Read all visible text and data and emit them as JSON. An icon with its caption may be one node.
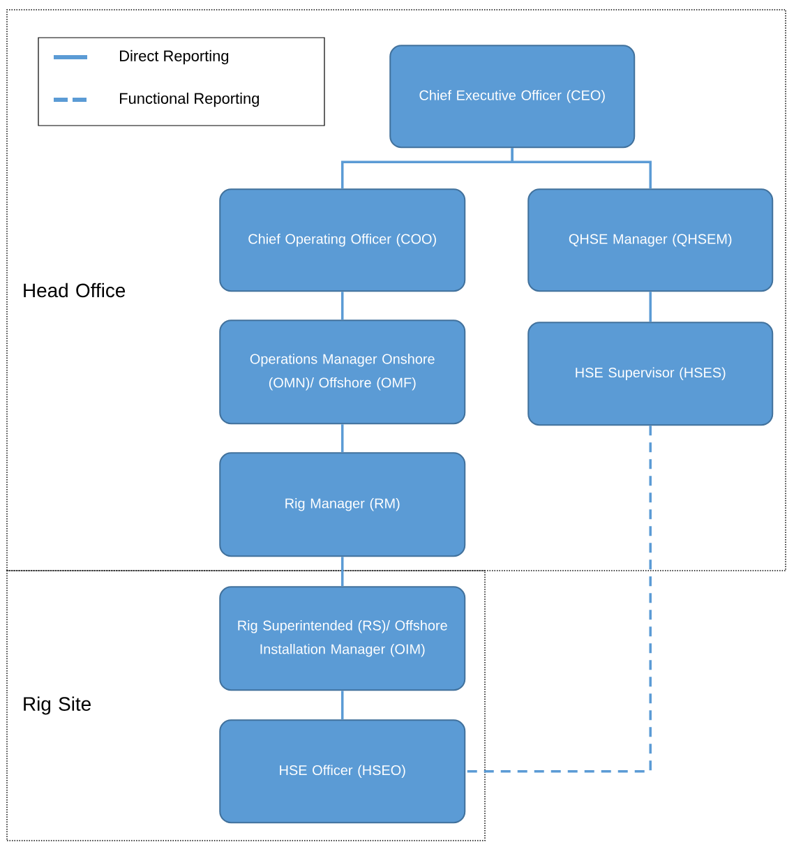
{
  "diagram": {
    "nodes": [
      {
        "text": [
          "Head Office"
        ]
      },
      {
        "text": [
          "Chief Executive Officer (CEO)"
        ],
        "in": 0
      },
      {
        "text": [
          "Chief Operating Officer (COO)"
        ],
        "in": 0
      },
      {
        "text": [
          "QHSE Manager (QHSEM)"
        ],
        "in": 0
      },
      {
        "text": [
          "Operations Manager Onshore (OMN)/ Offshore (OMF)"
        ],
        "in": 0
      },
      {
        "text": [
          "HSE Supervisor (HSES)"
        ],
        "in": 0
      },
      {
        "text": [
          "Rig Manager (RM)"
        ],
        "in": 0
      },
      {
        "text": [
          "Rig Site"
        ]
      },
      {
        "text": [
          "Rig Superintended (RS)/ Offshore Installation Manager (OIM)"
        ],
        "in": 7
      },
      {
        "text": [
          "HSE Officer (HSEO)"
        ],
        "in": 7
      }
    ],
    "edges": [
      {
        "from": 1,
        "to": 2,
        "arrow": "none"
      },
      {
        "from": 1,
        "to": 3,
        "arrow": "none"
      },
      {
        "from": 2,
        "to": 4,
        "arrow": "none"
      },
      {
        "from": 4,
        "to": 6,
        "arrow": "none"
      },
      {
        "from": 6,
        "to": 8,
        "arrow": "none"
      },
      {
        "from": 8,
        "to": 9,
        "arrow": "none"
      },
      {
        "from": 3,
        "to": 5,
        "arrow": "none"
      },
      {
        "from": 5,
        "to": 9,
        "arrow": "none",
        "style": "dashed"
      }
    ],
    "legend": [
      {
        "text": "Direct Reporting"
      },
      {
        "text": "Functional Reporting"
      }
    ]
  }
}
